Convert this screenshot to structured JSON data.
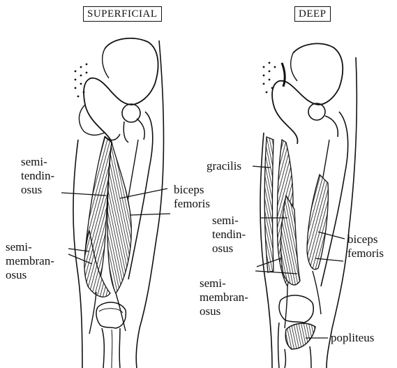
{
  "panels": {
    "superficial": {
      "title": "SUPERFICIAL",
      "labels": {
        "semitendinosus": [
          "semi-",
          "tendin-",
          "osus"
        ],
        "biceps_femoris": [
          "biceps",
          "femoris"
        ],
        "semimembranosus": [
          "semi-",
          "membran-",
          "osus"
        ]
      }
    },
    "deep": {
      "title": "DEEP",
      "labels": {
        "gracilis": [
          "gracilis"
        ],
        "semitendinosus": [
          "semi-",
          "tendin-",
          "osus"
        ],
        "biceps_femoris": [
          "biceps",
          "femoris"
        ],
        "semimembranosus": [
          "semi-",
          "membran-",
          "osus"
        ],
        "popliteus": [
          "popliteus"
        ]
      }
    }
  }
}
